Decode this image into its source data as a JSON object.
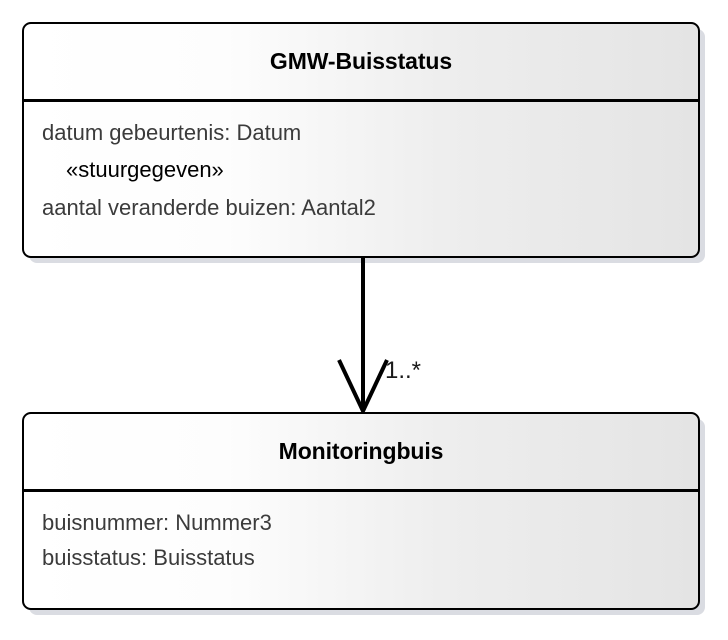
{
  "diagram": {
    "type": "uml-class-diagram",
    "classes": [
      {
        "name": "GMW-Buisstatus",
        "attributes": [
          {
            "text": "datum gebeurtenis: Datum",
            "kind": "attribute"
          },
          {
            "text": "«stuurgegeven»",
            "kind": "stereotype"
          },
          {
            "text": "aantal veranderde buizen: Aantal2",
            "kind": "attribute"
          }
        ]
      },
      {
        "name": "Monitoringbuis",
        "attributes": [
          {
            "text": "buisnummer: Nummer3",
            "kind": "attribute"
          },
          {
            "text": "buisstatus: Buisstatus",
            "kind": "attribute"
          }
        ]
      }
    ],
    "association": {
      "multiplicity": "1..*",
      "arrow": "open-arrow-down",
      "source": "GMW-Buisstatus",
      "target": "Monitoringbuis"
    },
    "colors": {
      "border": "#000000",
      "title_text": "#000000",
      "attribute_text": "#3b3b3b",
      "fill_left": "#ffffff",
      "fill_right": "#e4e4e4",
      "shadow": "#c8cddb",
      "background": "#ffffff"
    }
  }
}
